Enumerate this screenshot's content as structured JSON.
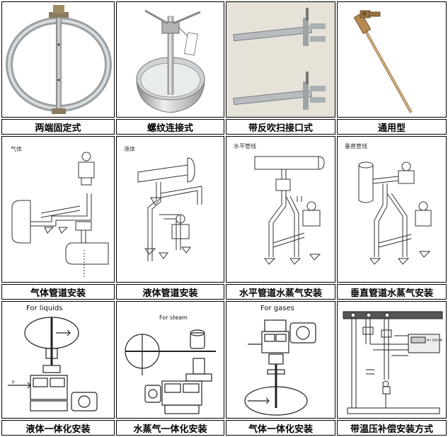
{
  "row1": {
    "captions": [
      "两端固定式",
      "螺纹连接式",
      "带反吹扫接口式",
      "通用型"
    ]
  },
  "row2": {
    "labels": [
      "气体",
      "液体",
      "水平管线",
      "垂直管线"
    ],
    "captions": [
      "气体管道安装",
      "液体管道安装",
      "水平管道水蒸气安装",
      "垂直管道水蒸气安装"
    ]
  },
  "row3": {
    "labels": [
      "For liquids",
      "For steam",
      "For gases"
    ],
    "captions": [
      "液体一体化安装",
      "水蒸气一体化安装",
      "气体一体化安装",
      "带温压补偿安装方式"
    ]
  }
}
